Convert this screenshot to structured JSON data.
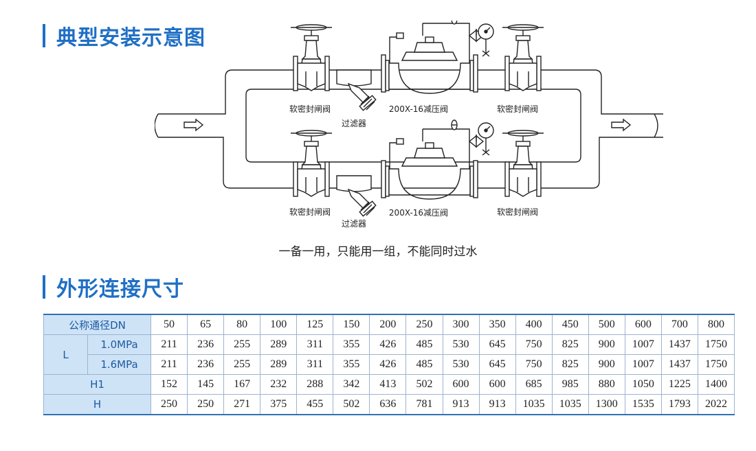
{
  "section1": {
    "title": "典型安装示意图"
  },
  "diagram": {
    "labels": {
      "gate_valve": "软密封闸阀",
      "filter": "过滤器",
      "pressure_valve": "200X-16减压阀"
    },
    "caption": "一备一用，只能用一组，不能同时过水"
  },
  "section2": {
    "title": "外形连接尺寸"
  },
  "table": {
    "dn_label": "公称通径DN",
    "dn": [
      "50",
      "65",
      "80",
      "100",
      "125",
      "150",
      "200",
      "250",
      "300",
      "350",
      "400",
      "450",
      "500",
      "600",
      "700",
      "800"
    ],
    "l_label": "L",
    "rows": [
      {
        "sub": "1.0MPa",
        "values": [
          "211",
          "236",
          "255",
          "289",
          "311",
          "355",
          "426",
          "485",
          "530",
          "645",
          "750",
          "825",
          "900",
          "1007",
          "1437",
          "1750"
        ]
      },
      {
        "sub": "1.6MPa",
        "values": [
          "211",
          "236",
          "255",
          "289",
          "311",
          "355",
          "426",
          "485",
          "530",
          "645",
          "750",
          "825",
          "900",
          "1007",
          "1437",
          "1750"
        ]
      }
    ],
    "h1": {
      "label": "H1",
      "values": [
        "152",
        "145",
        "167",
        "232",
        "288",
        "342",
        "413",
        "502",
        "600",
        "600",
        "685",
        "985",
        "880",
        "1050",
        "1225",
        "1400"
      ]
    },
    "h": {
      "label": "H",
      "values": [
        "250",
        "250",
        "271",
        "375",
        "455",
        "502",
        "636",
        "781",
        "913",
        "913",
        "1035",
        "1035",
        "1300",
        "1535",
        "1793",
        "2022"
      ]
    }
  }
}
